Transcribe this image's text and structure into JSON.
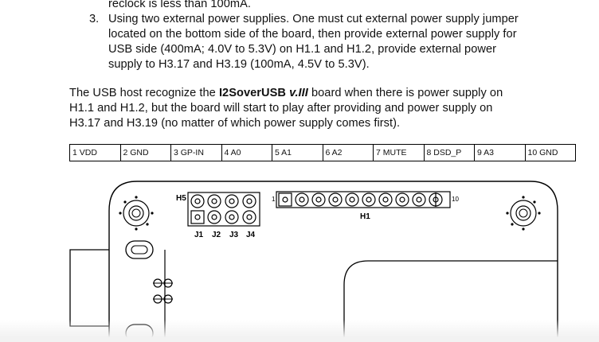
{
  "doc": {
    "line_prev": "reclock is less than 100mA.",
    "item3_num": "3.",
    "item3_lines": [
      "Using two external power supplies. One must cut external power supply jumper",
      "located on the bottom side of the board, then provide external power supply for",
      "USB side (400mA; 4.0V to 5.3V) on H1.1 and H1.2, provide external power",
      "supply to H3.17 and H3.19 (100mA, 4.5V to 5.3V)."
    ],
    "para_a": "The USB host recognize the ",
    "para_b": "I2SoverUSB ",
    "para_c": "v.III",
    "para_d": " board when there is power supply on",
    "para_lines": [
      "H1.1 and H1.2, but the board will start to play after providing and power supply on",
      "H3.17 and H3.19 (no matter of which power supply comes first)."
    ]
  },
  "pins": [
    "1 VDD",
    "2 GND",
    "3 GP-IN",
    "4 A0",
    "5 A1",
    "6 A2",
    "7 MUTE",
    "8 DSD_P",
    "9 A3",
    "10 GND"
  ],
  "board": {
    "h5_label": "H5",
    "jumper_labels": [
      "J1",
      "J2",
      "J3",
      "J4"
    ],
    "h1_label": "H1",
    "h1_pin_first": "1",
    "h1_pin_last": "10"
  }
}
